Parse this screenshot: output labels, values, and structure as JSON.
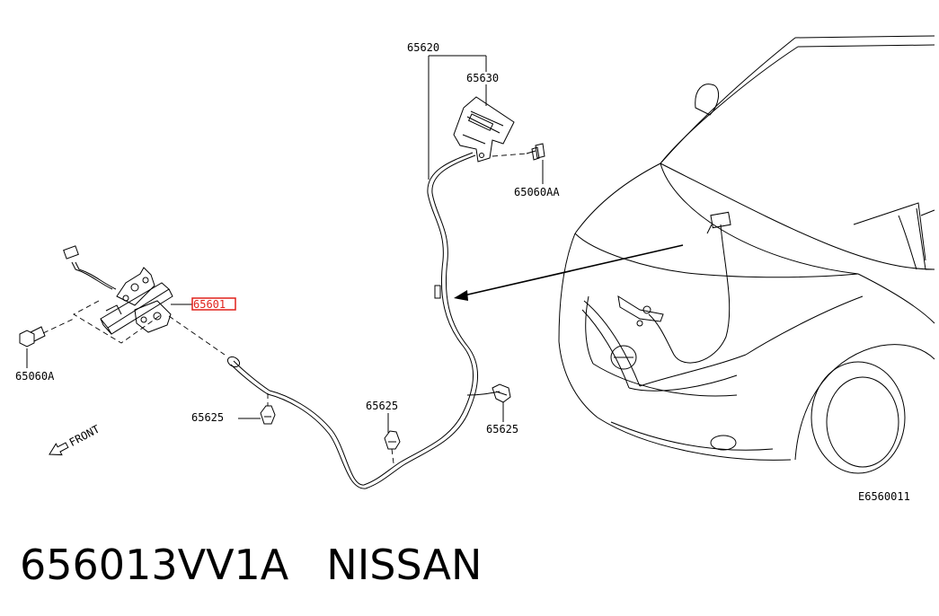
{
  "diagram": {
    "labels": {
      "cable_assembly": "65620",
      "latch_bracket": "65630",
      "bolt_aa": "65060AA",
      "lock_assembly": "65601",
      "bolt_a": "65060A",
      "clip_left": "65625",
      "clip_center": "65625",
      "clip_right": "65625",
      "front_arrow": "FRONT",
      "figure_code": "E6560011"
    },
    "colors": {
      "line": "#000000",
      "highlight": "#e0201a",
      "background": "#ffffff"
    }
  },
  "caption": {
    "part_number": "656013VV1A",
    "brand": "NISSAN"
  }
}
